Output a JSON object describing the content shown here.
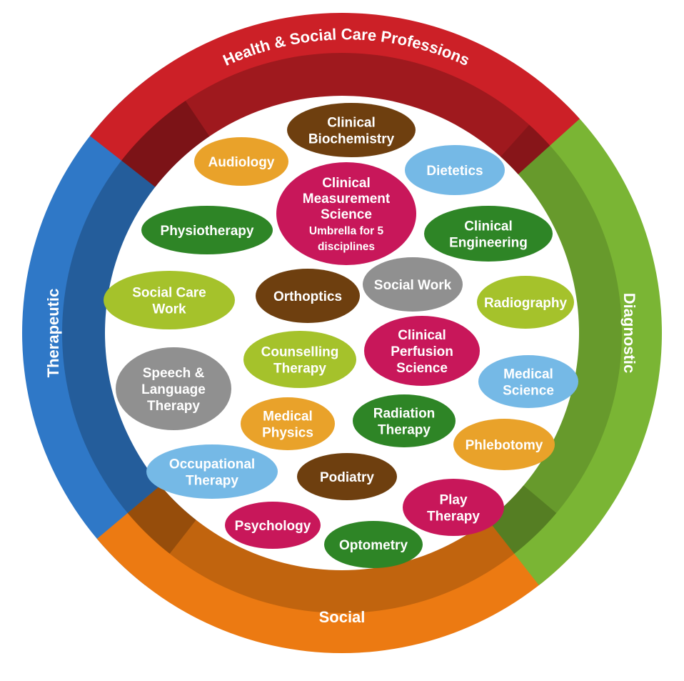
{
  "ring": {
    "top": {
      "label": "Health & Social Care Professions",
      "color": "#cc2027"
    },
    "right": {
      "label": "Diagnostic",
      "color": "#7ab534"
    },
    "bottom": {
      "label": "Social",
      "color": "#ec7a12"
    },
    "left": {
      "label": "Therapeutic",
      "color": "#2f78c7"
    }
  },
  "palette": {
    "brown": "#6e3f0f",
    "orange": "#e9a22a",
    "lightblue": "#75b9e6",
    "magenta": "#c8175a",
    "green": "#2e8526",
    "lime": "#a5c22b",
    "gray": "#909090"
  },
  "bubbles": [
    {
      "id": "clinical-biochemistry",
      "lines": [
        "Clinical",
        "Biochemistry"
      ],
      "color": "brown"
    },
    {
      "id": "audiology",
      "lines": [
        "Audiology"
      ],
      "color": "orange"
    },
    {
      "id": "dietetics",
      "lines": [
        "Dietetics"
      ],
      "color": "lightblue"
    },
    {
      "id": "clinical-measurement-science",
      "lines": [
        "Clinical",
        "Measurement",
        "Science",
        "Umbrella for 5",
        "disciplines"
      ],
      "color": "magenta"
    },
    {
      "id": "physiotherapy",
      "lines": [
        "Physiotherapy"
      ],
      "color": "green"
    },
    {
      "id": "clinical-engineering",
      "lines": [
        "Clinical",
        "Engineering"
      ],
      "color": "green"
    },
    {
      "id": "social-care-work",
      "lines": [
        "Social Care",
        "Work"
      ],
      "color": "lime"
    },
    {
      "id": "orthoptics",
      "lines": [
        "Orthoptics"
      ],
      "color": "brown"
    },
    {
      "id": "social-work",
      "lines": [
        "Social Work"
      ],
      "color": "gray"
    },
    {
      "id": "radiography",
      "lines": [
        "Radiography"
      ],
      "color": "lime"
    },
    {
      "id": "counselling-therapy",
      "lines": [
        "Counselling",
        "Therapy"
      ],
      "color": "lime"
    },
    {
      "id": "clinical-perfusion-science",
      "lines": [
        "Clinical",
        "Perfusion",
        "Science"
      ],
      "color": "magenta"
    },
    {
      "id": "speech-language-therapy",
      "lines": [
        "Speech &",
        "Language",
        "Therapy"
      ],
      "color": "gray"
    },
    {
      "id": "medical-science",
      "lines": [
        "Medical",
        "Science"
      ],
      "color": "lightblue"
    },
    {
      "id": "medical-physics",
      "lines": [
        "Medical",
        "Physics"
      ],
      "color": "orange"
    },
    {
      "id": "radiation-therapy",
      "lines": [
        "Radiation",
        "Therapy"
      ],
      "color": "green"
    },
    {
      "id": "phlebotomy",
      "lines": [
        "Phlebotomy"
      ],
      "color": "orange"
    },
    {
      "id": "occupational-therapy",
      "lines": [
        "Occupational",
        "Therapy"
      ],
      "color": "lightblue"
    },
    {
      "id": "podiatry",
      "lines": [
        "Podiatry"
      ],
      "color": "brown"
    },
    {
      "id": "play-therapy",
      "lines": [
        "Play",
        "Therapy"
      ],
      "color": "magenta"
    },
    {
      "id": "psychology",
      "lines": [
        "Psychology"
      ],
      "color": "magenta"
    },
    {
      "id": "optometry",
      "lines": [
        "Optometry"
      ],
      "color": "green"
    }
  ]
}
